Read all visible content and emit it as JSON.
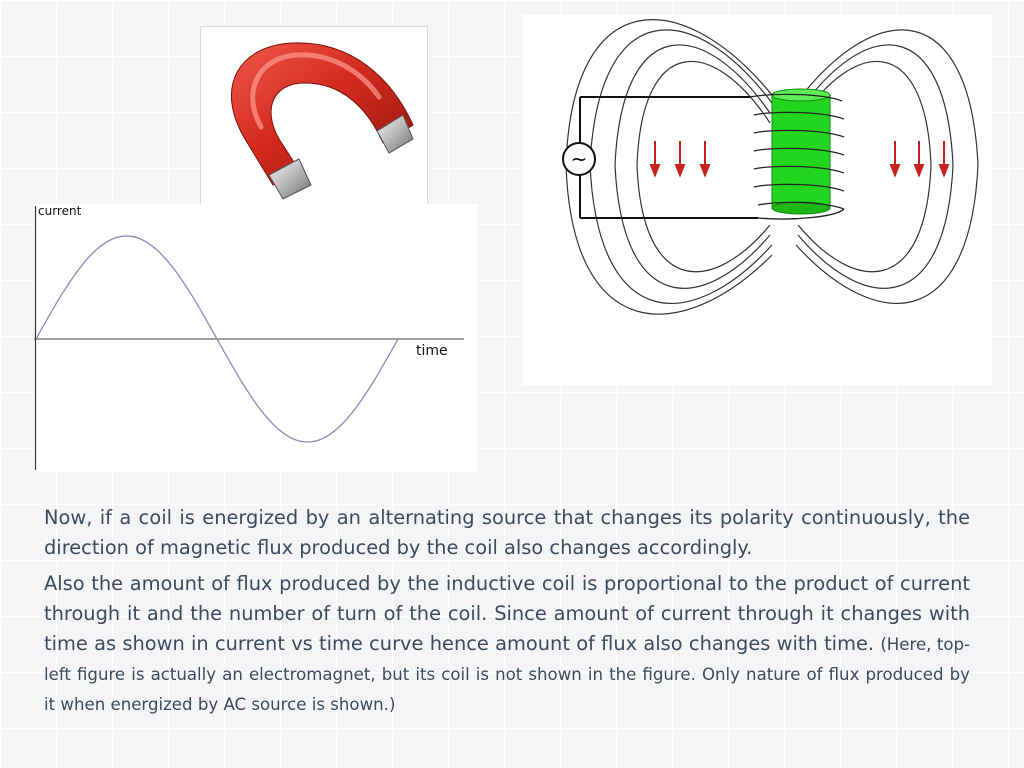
{
  "graph": {
    "ylabel": "current",
    "xlabel": "time"
  },
  "coil_figure": {
    "source_symbol": "~"
  },
  "text": {
    "paragraph1": "Now, if a coil is energized by an alternating source that changes its polarity continuously, the direction of magnetic flux produced by the coil also changes accordingly.",
    "paragraph2": "Also the amount of flux produced by the inductive coil is proportional to the product of current through it  and the number of turn of the coil. Since amount of current through it changes with time as shown in current vs time curve hence amount of flux also changes with time.",
    "note": "(Here, top-left figure is actually an electromagnet, but its coil is not shown in the figure. Only nature of flux produced by it when energized by AC source is shown.)"
  },
  "colors": {
    "magnet_red": "#d42a1e",
    "coil_green": "#22d51e",
    "arrow_red": "#c8201a",
    "sine_wave": "#8a8ab8",
    "text": "#3a4a60"
  }
}
